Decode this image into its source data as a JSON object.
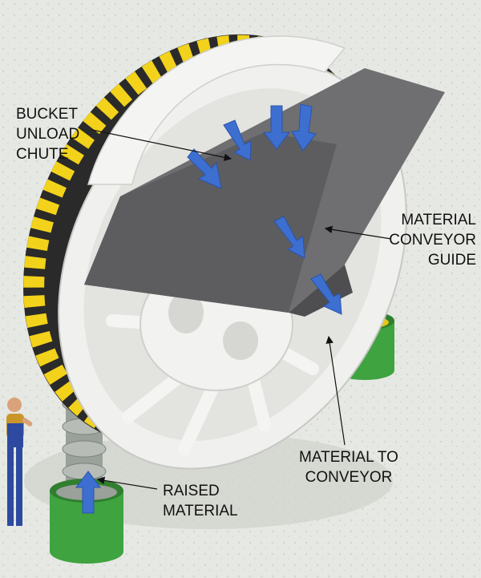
{
  "labels": {
    "bucket_unload_chute": [
      "BUCKET",
      "UNLOAD",
      "CHUTE"
    ],
    "material_conveyor_guide": [
      "MATERIAL",
      "CONVEYOR",
      "GUIDE"
    ],
    "material_to_conveyor": [
      "MATERIAL TO",
      "CONVEYOR"
    ],
    "raised_material": [
      "RAISED",
      "MATERIAL"
    ]
  },
  "colors": {
    "background": "#e6e8e3",
    "wheel": "#f0f0ee",
    "chute": "#6f6f72",
    "buckets": "#f2d21a",
    "bins": "#3fa33f",
    "arrows": "#3d6fd1",
    "shirt": "#c9962c",
    "overalls": "#2d4aa0"
  }
}
